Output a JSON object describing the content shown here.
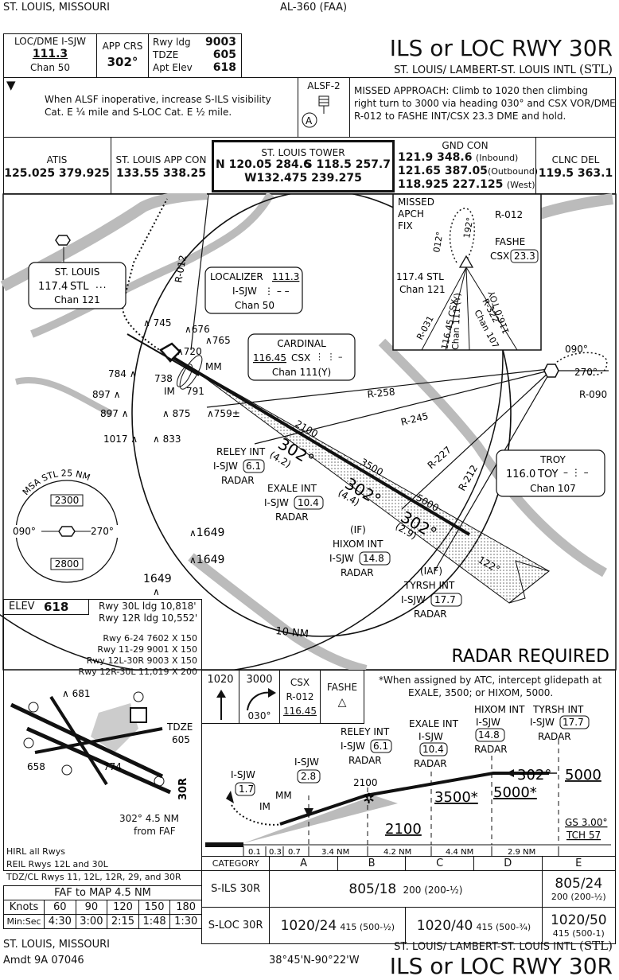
{
  "header": {
    "city_top": "ST. LOUIS, MISSOURI",
    "procedure_id": "AL-360 (FAA)",
    "title": "ILS or LOC RWY 30R",
    "airport": "ST. LOUIS/ LAMBERT-ST. LOUIS INTL",
    "airport_code": "(STL)"
  },
  "briefing": {
    "loc_label": "LOC/DME I-SJW",
    "loc_freq": "111.3",
    "loc_chan": "Chan 50",
    "app_crs_label": "APP CRS",
    "app_crs": "302°",
    "rwy_ldg_label": "Rwy ldg",
    "rwy_ldg": "9003",
    "tdze_label": "TDZE",
    "tdze": "605",
    "apt_elev_label": "Apt Elev",
    "apt_elev": "618",
    "notam_symbol": "▼",
    "notam_line1": "When ALSF inoperative, increase S-ILS visibility",
    "notam_line2": "Cat. E ¼ mile and S-LOC Cat. E ½ mile.",
    "alsf": "ALSF-2",
    "alsf_sym": "A",
    "missed_1": "MISSED APPROACH: Climb to 1020 then climbing",
    "missed_2": "right turn to 3000 via heading 030° and CSX VOR/DME",
    "missed_3": "R-012 to FASHE INT/CSX 23.3 DME and hold."
  },
  "comms": {
    "atis_label": "ATIS",
    "atis": "125.025 379.925",
    "app_label": "ST. LOUIS APP CON",
    "app": "133.55 338.25",
    "tower_label": "ST. LOUIS TOWER",
    "tower_n": "N 120.05 284.6",
    "tower_s": "S 118.5 257.7",
    "tower_w": "W132.475 239.275",
    "gnd_label": "GND CON",
    "gnd_1": "121.9 348.6",
    "gnd_1_note": "(Inbound)",
    "gnd_2": "121.65 387.05",
    "gnd_2_note": "(Outbound)",
    "gnd_3": "118.925 227.125",
    "gnd_3_note": "(West)",
    "clnc_label": "CLNC DEL",
    "clnc": "119.5 363.1"
  },
  "planview": {
    "stl_name": "ST. LOUIS",
    "stl_freq": "117.4",
    "stl_id": "STL",
    "stl_chan": "Chan 121",
    "loc_title": "LOCALIZER",
    "loc_freq": "111.3",
    "loc_id": "I-SJW",
    "loc_chan": "Chan 50",
    "cardinal_name": "CARDINAL",
    "cardinal_freq": "116.45",
    "cardinal_id": "CSX",
    "cardinal_chan": "Chan 111(Y)",
    "troy_name": "TROY",
    "troy_freq": "116.0",
    "troy_id": "TOY",
    "troy_chan": "Chan 107",
    "r012": "R-012",
    "r258": "R-258",
    "r245": "R-245",
    "r227": "R-227",
    "r212": "R-212",
    "r090": "R-090",
    "hold_090": "090°",
    "hold_270": "270°",
    "mm": "MM",
    "im": "IM",
    "course_302": "302°",
    "course_122": "122°",
    "alt_2100": "2100",
    "alt_3500": "3500",
    "alt_5000": "5000",
    "dist_42": "(4.2)",
    "dist_44": "(4.4)",
    "dist_29": "(2.9)",
    "relev_name": "RELEY INT",
    "relev_dme": "6.1",
    "exale_name": "EXALE INT",
    "exale_dme": "10.4",
    "hixom_if": "(IF)",
    "hixom_name": "HIXOM INT",
    "hixom_dme": "14.8",
    "tyrsh_iaf": "(IAF)",
    "tyrsh_name": "TYRSH INT",
    "tyrsh_dme": "17.7",
    "isjw": "I-SJW",
    "radar": "RADAR",
    "ten_nm": "10 NM",
    "radar_required": "RADAR REQUIRED",
    "elevations": [
      "745",
      "676",
      "765",
      "720",
      "784",
      "738",
      "791",
      "897",
      "897",
      "875",
      "759±",
      "1017",
      "833",
      "1649",
      "1649",
      "1649"
    ],
    "msa_title": "MSA STL 25 NM",
    "msa_2300": "2300",
    "msa_2800": "2800",
    "msa_090": "090°",
    "msa_270": "270°",
    "inset_missed": "MISSED APCH FIX",
    "inset_r012": "R-012",
    "inset_fashe": "FASHE",
    "inset_csx": "CSX",
    "inset_233": "23.3",
    "inset_012": "012°",
    "inset_192": "192°",
    "inset_stl": "117.4 STL",
    "inset_chan121": "Chan 121",
    "inset_r031": "R-031",
    "inset_csx2": "116.45 CSX",
    "inset_chan111": "Chan 111 (Y)",
    "inset_toy": "116.0 TOY",
    "inset_r322": "R-322",
    "inset_chan107": "Chan 107"
  },
  "airport_diagram": {
    "elev_label": "ELEV",
    "elev": "618",
    "rwy_30l": "Rwy 30L ldg 10,818'",
    "rwy_12r": "Rwy 12R ldg 10,552'",
    "rwy_624": "Rwy 6-24 7602 X 150",
    "rwy_1129": "Rwy 11-29 9001 X 150",
    "rwy_12l30r": "Rwy 12L-30R 9003 X 150",
    "rwy_12r30l": "Rwy 12R-30L 11,019 X 200",
    "obst_681": "681",
    "obst_658": "658",
    "obst_774": "774",
    "tdze_label": "TDZE",
    "tdze": "605",
    "rwy_30r": "30R",
    "note_302": "302° 4.5 NM",
    "note_fromfaf": "from FAF",
    "lights_1": "HIRL all Rwys",
    "lights_2": "REIL Rwys 12L and 30L",
    "lights_3": "TDZ/CL Rwys 11, 12L, 12R, 29, and 30R"
  },
  "profile": {
    "icon_1020": "1020",
    "icon_3000": "3000",
    "icon_030": "030°",
    "icon_csx": "CSX",
    "icon_r012": "R-012",
    "icon_116": "116.45",
    "icon_fashe": "FASHE",
    "note_1": "*When assigned by ATC, intercept glidepath at",
    "note_2": "EXALE, 3500; or HIXOM, 5000.",
    "isjw": "I-SJW",
    "radar": "RADAR",
    "d_17": "1.7",
    "d_28": "2.8",
    "d_61": "6.1",
    "d_104": "10.4",
    "d_148": "14.8",
    "d_177": "17.7",
    "im": "IM",
    "mm": "MM",
    "relev": "RELEY INT",
    "exale": "EXALE INT",
    "hixom": "HIXOM INT",
    "tyrsh": "TYRSH INT",
    "alt_2100_a": "2100",
    "alt_2100_b": "2100",
    "alt_3500": "3500*",
    "alt_5000": "5000*",
    "alt_5000b": "5000",
    "course": "302°",
    "gs": "GS 3.00°",
    "tch": "TCH 57",
    "seg": [
      "0.1",
      "0.3",
      "0.7",
      "3.4 NM",
      "4.2 NM",
      "4.4 NM",
      "2.9 NM"
    ]
  },
  "minimums": {
    "category_label": "CATEGORY",
    "cats": [
      "A",
      "B",
      "C",
      "D",
      "E"
    ],
    "sils_label": "S-ILS 30R",
    "sils_abcd": "805/18",
    "sils_abcd_haa": "200 (200-½)",
    "sils_e": "805/24",
    "sils_e_haa": "200 (200-½)",
    "sloc_label": "S-LOC 30R",
    "sloc_ab": "1020/24",
    "sloc_ab_haa": "415 (500-½)",
    "sloc_cd": "1020/40",
    "sloc_cd_haa": "415 (500-¾)",
    "sloc_e": "1020/50",
    "sloc_e_haa": "415 (500-1)"
  },
  "timing": {
    "title": "FAF to MAP 4.5 NM",
    "knots_label": "Knots",
    "knots": [
      "60",
      "90",
      "120",
      "150",
      "180"
    ],
    "minsec_label": "Min:Sec",
    "times": [
      "4:30",
      "3:00",
      "2:15",
      "1:48",
      "1:30"
    ]
  },
  "footer": {
    "city": "ST. LOUIS, MISSOURI",
    "amdt": "Amdt 9A  07046",
    "coords": "38°45'N-90°22'W",
    "airport": "ST. LOUIS/ LAMBERT-ST. LOUIS INTL",
    "code": "(STL)",
    "title": "ILS or LOC RWY 30R"
  }
}
